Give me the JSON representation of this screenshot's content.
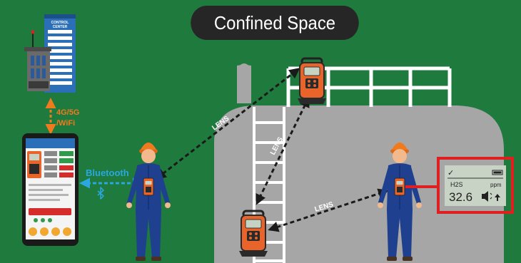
{
  "title": "Confined Space",
  "labels": {
    "network": [
      "4G/5G",
      "/WiFi"
    ],
    "bluetooth": "Bluetooth",
    "lens": "LENS",
    "building_sign": [
      "CONTROL",
      "CENTER"
    ]
  },
  "gas_display": {
    "check": "✓",
    "gas": "H2S",
    "unit": "ppm",
    "value": "32.6"
  },
  "colors": {
    "background": "#1f7a3d",
    "tank": "#a6a6a6",
    "title_pill": "#262626",
    "worker_suit": "#1f3f8f",
    "helmet": "#f07a1e",
    "network_link": "#f07a1e",
    "bluetooth_link": "#2aa7e0",
    "lens_link": "#1a1a1a",
    "highlight": "#e02020"
  }
}
